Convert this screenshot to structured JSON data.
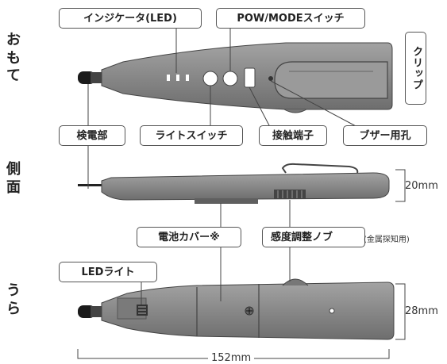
{
  "sides": {
    "front": "おもて",
    "side": "側面",
    "back": "うら"
  },
  "labels": {
    "indicator": "インジケータ(LED)",
    "pow_mode": "POW/MODEスイッチ",
    "clip": "クリップ",
    "detector": "検電部",
    "light_switch": "ライトスイッチ",
    "contact": "接触端子",
    "buzzer": "ブザー用孔",
    "battery_cover": "電池カバー※",
    "sensitivity": "感度調整ノブ",
    "sensitivity_note": "(金属探知用)",
    "led_light": "LEDライト"
  },
  "dimensions": {
    "side_height": "20mm",
    "back_height": "28mm",
    "length": "152mm"
  },
  "colors": {
    "body": "#8a8a8a",
    "body_dark": "#5f5f5f",
    "line": "#444444"
  }
}
